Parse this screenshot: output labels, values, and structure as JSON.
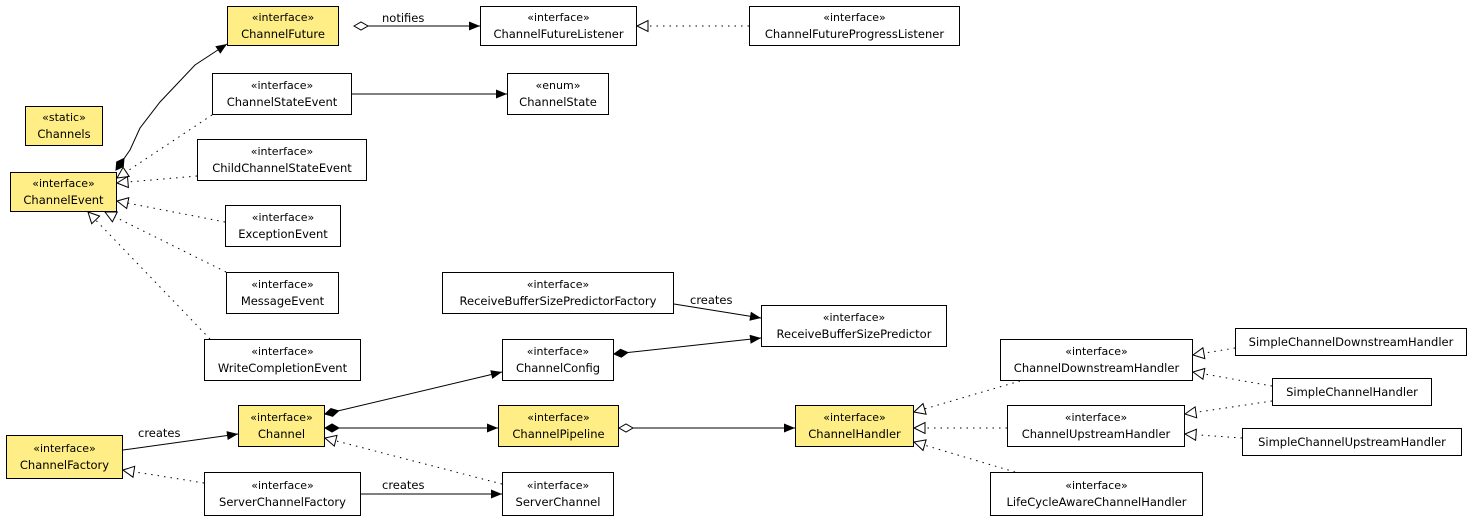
{
  "diagram": {
    "nodes": [
      {
        "id": "channel_future",
        "stereotype": "«interface»",
        "name": "ChannelFuture",
        "highlight": true
      },
      {
        "id": "channel_future_listener",
        "stereotype": "«interface»",
        "name": "ChannelFutureListener",
        "highlight": false
      },
      {
        "id": "channel_future_progress_listener",
        "stereotype": "«interface»",
        "name": "ChannelFutureProgressListener",
        "highlight": false
      },
      {
        "id": "channels",
        "stereotype": "«static»",
        "name": "Channels",
        "highlight": true
      },
      {
        "id": "channel_state_event",
        "stereotype": "«interface»",
        "name": "ChannelStateEvent",
        "highlight": false
      },
      {
        "id": "channel_state",
        "stereotype": "«enum»",
        "name": "ChannelState",
        "highlight": false
      },
      {
        "id": "child_channel_state_event",
        "stereotype": "«interface»",
        "name": "ChildChannelStateEvent",
        "highlight": false
      },
      {
        "id": "channel_event",
        "stereotype": "«interface»",
        "name": "ChannelEvent",
        "highlight": true
      },
      {
        "id": "exception_event",
        "stereotype": "«interface»",
        "name": "ExceptionEvent",
        "highlight": false
      },
      {
        "id": "message_event",
        "stereotype": "«interface»",
        "name": "MessageEvent",
        "highlight": false
      },
      {
        "id": "receive_buffer_size_predictor_factory",
        "stereotype": "«interface»",
        "name": "ReceiveBufferSizePredictorFactory",
        "highlight": false
      },
      {
        "id": "receive_buffer_size_predictor",
        "stereotype": "«interface»",
        "name": "ReceiveBufferSizePredictor",
        "highlight": false
      },
      {
        "id": "write_completion_event",
        "stereotype": "«interface»",
        "name": "WriteCompletionEvent",
        "highlight": false
      },
      {
        "id": "channel_config",
        "stereotype": "«interface»",
        "name": "ChannelConfig",
        "highlight": false
      },
      {
        "id": "channel_downstream_handler",
        "stereotype": "«interface»",
        "name": "ChannelDownstreamHandler",
        "highlight": false
      },
      {
        "id": "simple_channel_downstream_handler",
        "stereotype": "",
        "name": "SimpleChannelDownstreamHandler",
        "highlight": false
      },
      {
        "id": "simple_channel_handler",
        "stereotype": "",
        "name": "SimpleChannelHandler",
        "highlight": false
      },
      {
        "id": "channel",
        "stereotype": "«interface»",
        "name": "Channel",
        "highlight": true
      },
      {
        "id": "channel_pipeline",
        "stereotype": "«interface»",
        "name": "ChannelPipeline",
        "highlight": true
      },
      {
        "id": "channel_handler",
        "stereotype": "«interface»",
        "name": "ChannelHandler",
        "highlight": true
      },
      {
        "id": "channel_upstream_handler",
        "stereotype": "«interface»",
        "name": "ChannelUpstreamHandler",
        "highlight": false
      },
      {
        "id": "simple_channel_upstream_handler",
        "stereotype": "",
        "name": "SimpleChannelUpstreamHandler",
        "highlight": false
      },
      {
        "id": "channel_factory",
        "stereotype": "«interface»",
        "name": "ChannelFactory",
        "highlight": true
      },
      {
        "id": "server_channel_factory",
        "stereotype": "«interface»",
        "name": "ServerChannelFactory",
        "highlight": false
      },
      {
        "id": "server_channel",
        "stereotype": "«interface»",
        "name": "ServerChannel",
        "highlight": false
      },
      {
        "id": "life_cycle_aware_channel_handler",
        "stereotype": "«interface»",
        "name": "LifeCycleAwareChannelHandler",
        "highlight": false
      }
    ],
    "edges": [
      {
        "id": "future_notifies_listener",
        "label": "notifies"
      },
      {
        "id": "progress_listener_realizes_listener",
        "label": ""
      },
      {
        "id": "state_event_uses_state",
        "label": ""
      },
      {
        "id": "event_composes_future",
        "label": ""
      },
      {
        "id": "state_event_realizes_event",
        "label": ""
      },
      {
        "id": "child_state_event_realizes_event",
        "label": ""
      },
      {
        "id": "exception_event_realizes_event",
        "label": ""
      },
      {
        "id": "message_event_realizes_event",
        "label": ""
      },
      {
        "id": "write_completion_realizes_event",
        "label": ""
      },
      {
        "id": "factory_creates_predictor",
        "label": "creates"
      },
      {
        "id": "config_composes_predictor",
        "label": ""
      },
      {
        "id": "channel_composes_config",
        "label": ""
      },
      {
        "id": "channel_composes_pipeline",
        "label": ""
      },
      {
        "id": "pipeline_aggregates_handler",
        "label": ""
      },
      {
        "id": "channel_factory_creates_channel",
        "label": "creates"
      },
      {
        "id": "server_factory_realizes_factory",
        "label": ""
      },
      {
        "id": "server_factory_creates_server_channel",
        "label": "creates"
      },
      {
        "id": "server_channel_realizes_channel",
        "label": ""
      },
      {
        "id": "downstream_realizes_handler",
        "label": ""
      },
      {
        "id": "upstream_realizes_handler",
        "label": ""
      },
      {
        "id": "lifecycle_realizes_handler",
        "label": ""
      },
      {
        "id": "simple_downstream_realizes_downstream",
        "label": ""
      },
      {
        "id": "simple_handler_realizes_downstream",
        "label": ""
      },
      {
        "id": "simple_handler_realizes_upstream",
        "label": ""
      },
      {
        "id": "simple_upstream_realizes_upstream",
        "label": ""
      }
    ]
  }
}
